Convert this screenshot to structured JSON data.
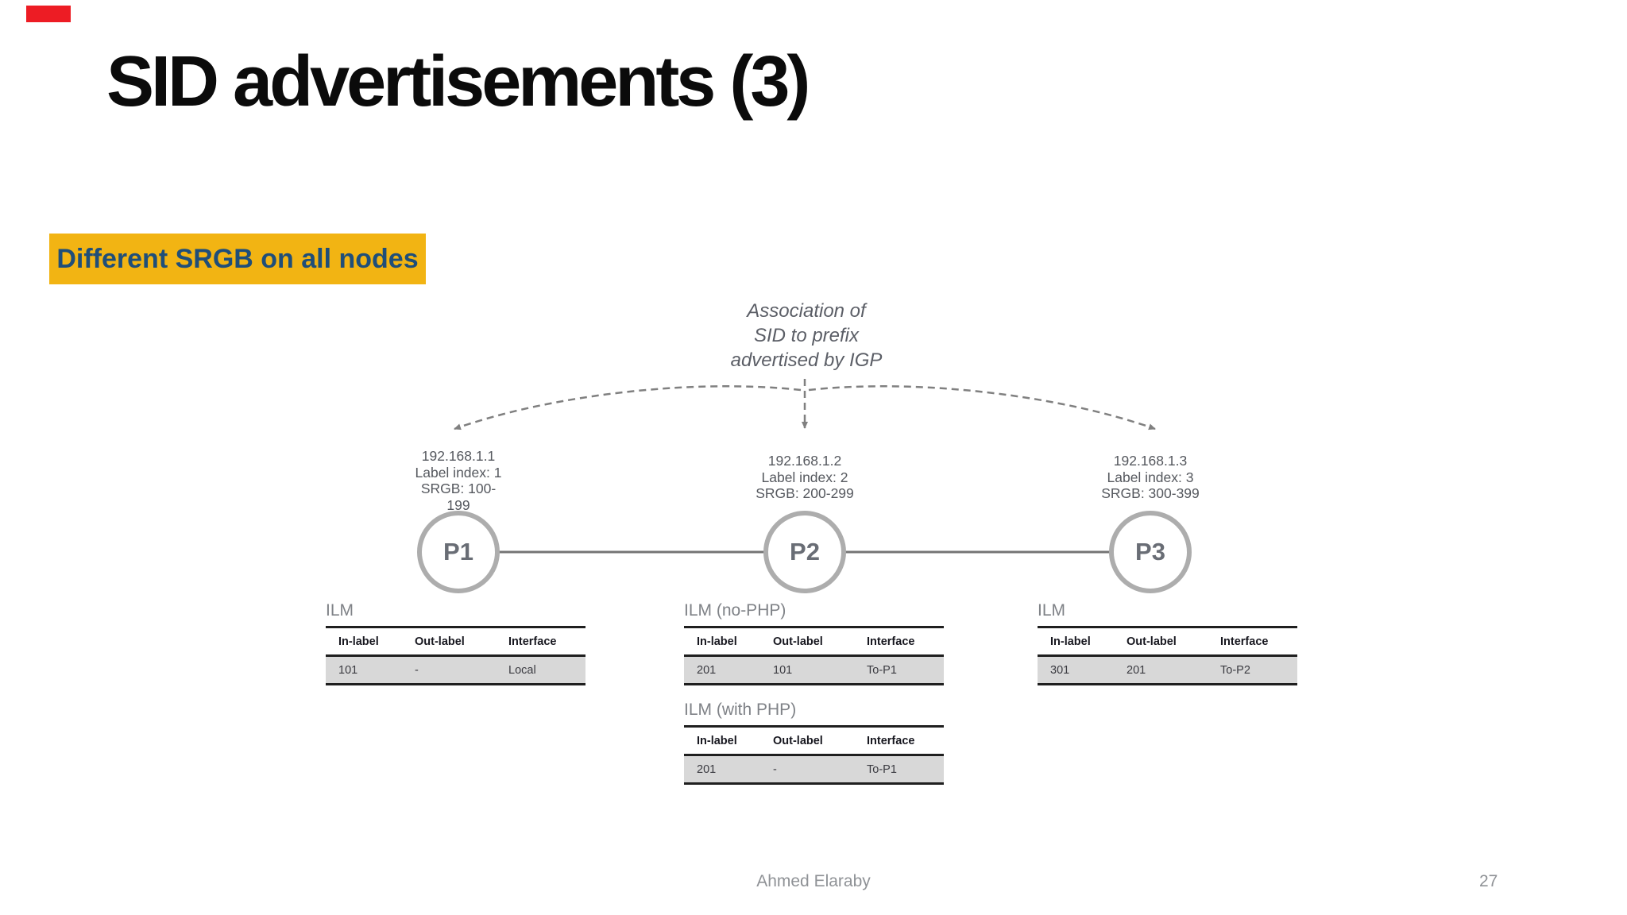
{
  "slide": {
    "title": "SID advertisements (3)",
    "footer": {
      "author": "Ahmed Elaraby",
      "page": "27"
    }
  },
  "callout": {
    "text": "Different SRGB on all nodes",
    "bg_color": "#F2B413",
    "text_color": "#1F4E79"
  },
  "diagram": {
    "annotation": {
      "lines": [
        "Association of",
        "SID to prefix",
        "advertised by IGP"
      ]
    },
    "nodes": [
      {
        "id": "P1",
        "labels": [
          "192.168.1.1",
          "Label index: 1",
          "SRGB: 100-",
          "199"
        ]
      },
      {
        "id": "P2",
        "labels": [
          "192.168.1.2",
          "Label index: 2",
          "SRGB: 200-299"
        ]
      },
      {
        "id": "P3",
        "labels": [
          "192.168.1.3",
          "Label index: 3",
          "SRGB: 300-399"
        ]
      }
    ],
    "tables": [
      {
        "title": "ILM",
        "headers": [
          "In-label",
          "Out-label",
          "Interface"
        ],
        "rows": [
          [
            "101",
            "-",
            "Local"
          ]
        ]
      },
      {
        "title": "ILM (no-PHP)",
        "headers": [
          "In-label",
          "Out-label",
          "Interface"
        ],
        "rows": [
          [
            "201",
            "101",
            "To-P1"
          ]
        ]
      },
      {
        "title": "ILM (with PHP)",
        "headers": [
          "In-label",
          "Out-label",
          "Interface"
        ],
        "rows": [
          [
            "201",
            "-",
            "To-P1"
          ]
        ]
      },
      {
        "title": "ILM",
        "headers": [
          "In-label",
          "Out-label",
          "Interface"
        ],
        "rows": [
          [
            "301",
            "201",
            "To-P2"
          ]
        ]
      }
    ],
    "line_color": "#808080",
    "circle_border_color": "#ADADAD",
    "marker_color": "#ED1C24"
  }
}
